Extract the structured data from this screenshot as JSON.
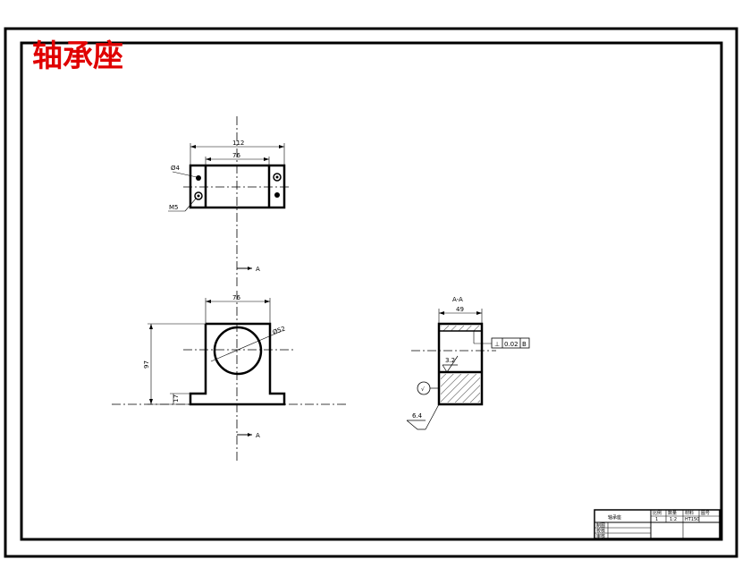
{
  "title": "轴承座",
  "colors": {
    "title": "#e00000",
    "line": "#000000",
    "background": "#ffffff"
  },
  "top_view": {
    "overall_width": "112",
    "inner_width": "76",
    "hole_label": "Ø4",
    "thread_label": "M5"
  },
  "front_view": {
    "width": "76",
    "height": "97",
    "base_height": "17",
    "bore": "Ø52",
    "section_mark_top": "A",
    "section_mark_bottom": "A"
  },
  "section_view": {
    "title": "A-A",
    "width": "49",
    "roughness_inner": "3.2",
    "roughness_outer": "6.4",
    "tolerance_symbol": "⊥",
    "tolerance_value": "0.02",
    "datum": "B",
    "roughness_general": "√"
  },
  "title_block": {
    "part_name": "轴承座",
    "cells": [
      "比例",
      "数量",
      "材料",
      "图号",
      "1",
      "1:2",
      "HT150",
      "",
      "制图",
      "校核",
      "审核"
    ]
  }
}
